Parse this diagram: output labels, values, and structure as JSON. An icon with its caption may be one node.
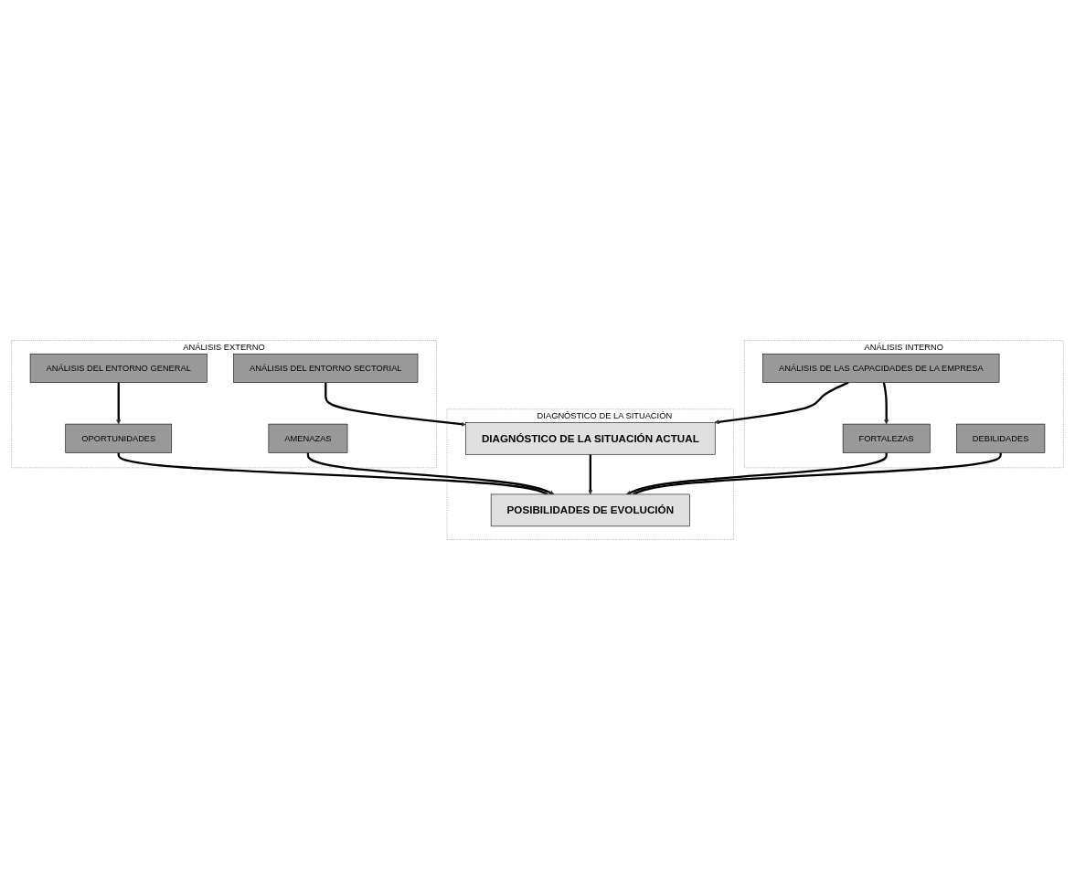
{
  "diagram": {
    "nodes": [
      {
        "text": [
          "ANÁLISIS EXTERNO"
        ]
      },
      {
        "text": [
          "ANÁLISIS DEL ENTORNO SECTORIAL"
        ],
        "in": 0
      },
      {
        "text": [
          "ANÁLISIS DEL ENTORNO GENERAL"
        ],
        "in": 0
      },
      {
        "text": [
          "OPORTUNIDADES"
        ],
        "in": 0
      },
      {
        "text": [
          "AMENAZAS"
        ],
        "in": 0
      },
      {
        "text": [
          "DIAGNÓSTICO DE LA SITUACIÓN"
        ]
      },
      {
        "text": [
          "DIAGNÓSTICO DE LA SITUACIÓN ACTUAL"
        ],
        "in": 5
      },
      {
        "text": [
          "POSIBILIDADES DE EVOLUCIÓN"
        ],
        "in": 5
      },
      {
        "text": [
          "ANÁLISIS INTERNO"
        ]
      },
      {
        "text": [
          "ANÁLISIS DE LAS CAPACIDADES DE LA EMPRESA"
        ],
        "in": 8
      },
      {
        "text": [
          "FORTALEZAS"
        ],
        "in": 8
      },
      {
        "text": [
          "DEBILIDADES"
        ],
        "in": 8
      }
    ],
    "edges": [
      {
        "from": 2,
        "to": 3,
        "arrow": "to"
      },
      {
        "from": 1,
        "to": 6,
        "arrow": "to"
      },
      {
        "from": 3,
        "to": 7,
        "arrow": "to"
      },
      {
        "from": 4,
        "to": 7,
        "arrow": "to"
      },
      {
        "from": 6,
        "to": 7,
        "arrow": "to"
      },
      {
        "from": 9,
        "to": 6,
        "arrow": "to"
      },
      {
        "from": 10,
        "to": 7,
        "arrow": "to"
      },
      {
        "from": 11,
        "to": 7,
        "arrow": "to"
      },
      {
        "from": 9,
        "to": 10,
        "arrow": "to"
      }
    ]
  }
}
